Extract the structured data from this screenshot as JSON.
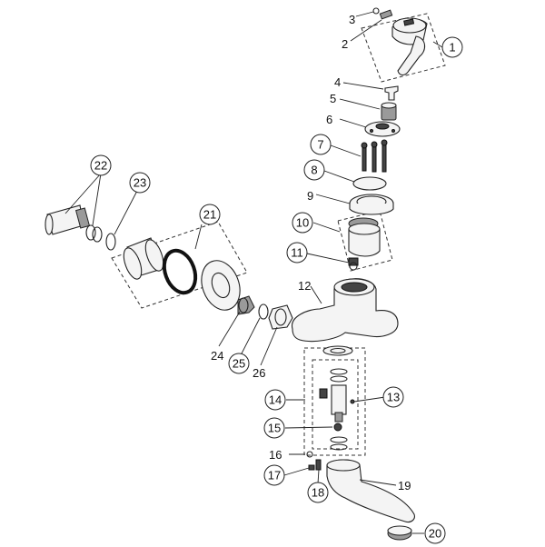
{
  "labels": {
    "p1": "1",
    "p2": "2",
    "p3": "3",
    "p4": "4",
    "p5": "5",
    "p6": "6",
    "p7": "7",
    "p8": "8",
    "p9": "9",
    "p10": "10",
    "p11": "11",
    "p12": "12",
    "p13": "13",
    "p14": "14",
    "p15": "15",
    "p16": "16",
    "p17": "17",
    "p18": "18",
    "p19": "19",
    "p20": "20",
    "p21": "21",
    "p22": "22",
    "p23": "23",
    "p24": "24",
    "p25": "25",
    "p26": "26"
  }
}
